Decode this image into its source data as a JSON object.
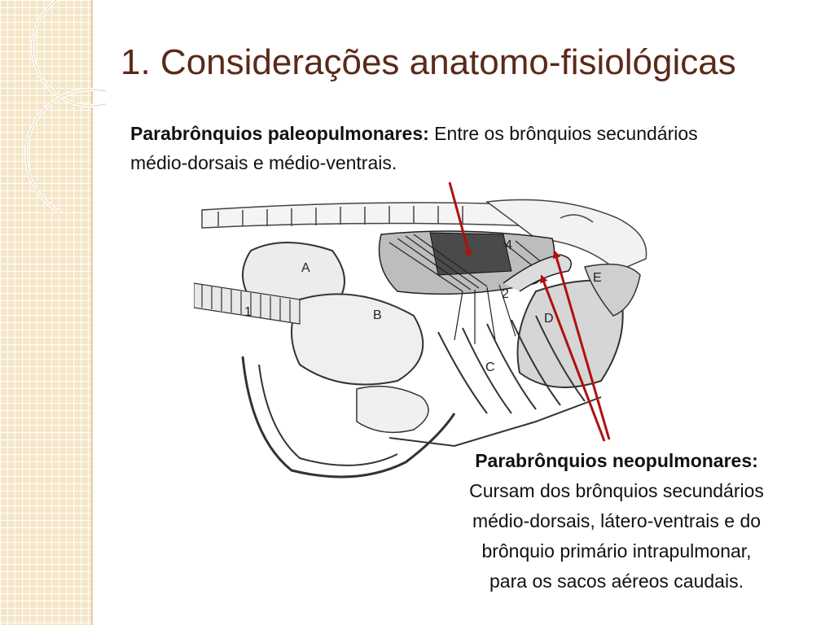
{
  "slide": {
    "title": "1. Considerações anatomo-fisiológicas"
  },
  "paleo": {
    "bold": "Parabrônquios paleopulmonares:",
    "text": " Entre os brônquios secundários médio-dorsais e médio-ventrais."
  },
  "neo": {
    "bold": "Parabrônquios neopulmonares:",
    "lines": [
      "Cursam dos brônquios secundários",
      "médio-dorsais, látero-ventrais e do",
      "brônquio primário intrapulmonar,",
      "para os sacos aéreos caudais."
    ]
  },
  "figure": {
    "labels": {
      "A": "A",
      "B": "B",
      "C": "C",
      "D": "D",
      "E": "E",
      "n1": "1",
      "n2": "2",
      "n4": "4"
    }
  },
  "colors": {
    "title": "#5a2a1a",
    "arrow": "#b01010",
    "sidebar": "#f5e6c8"
  }
}
